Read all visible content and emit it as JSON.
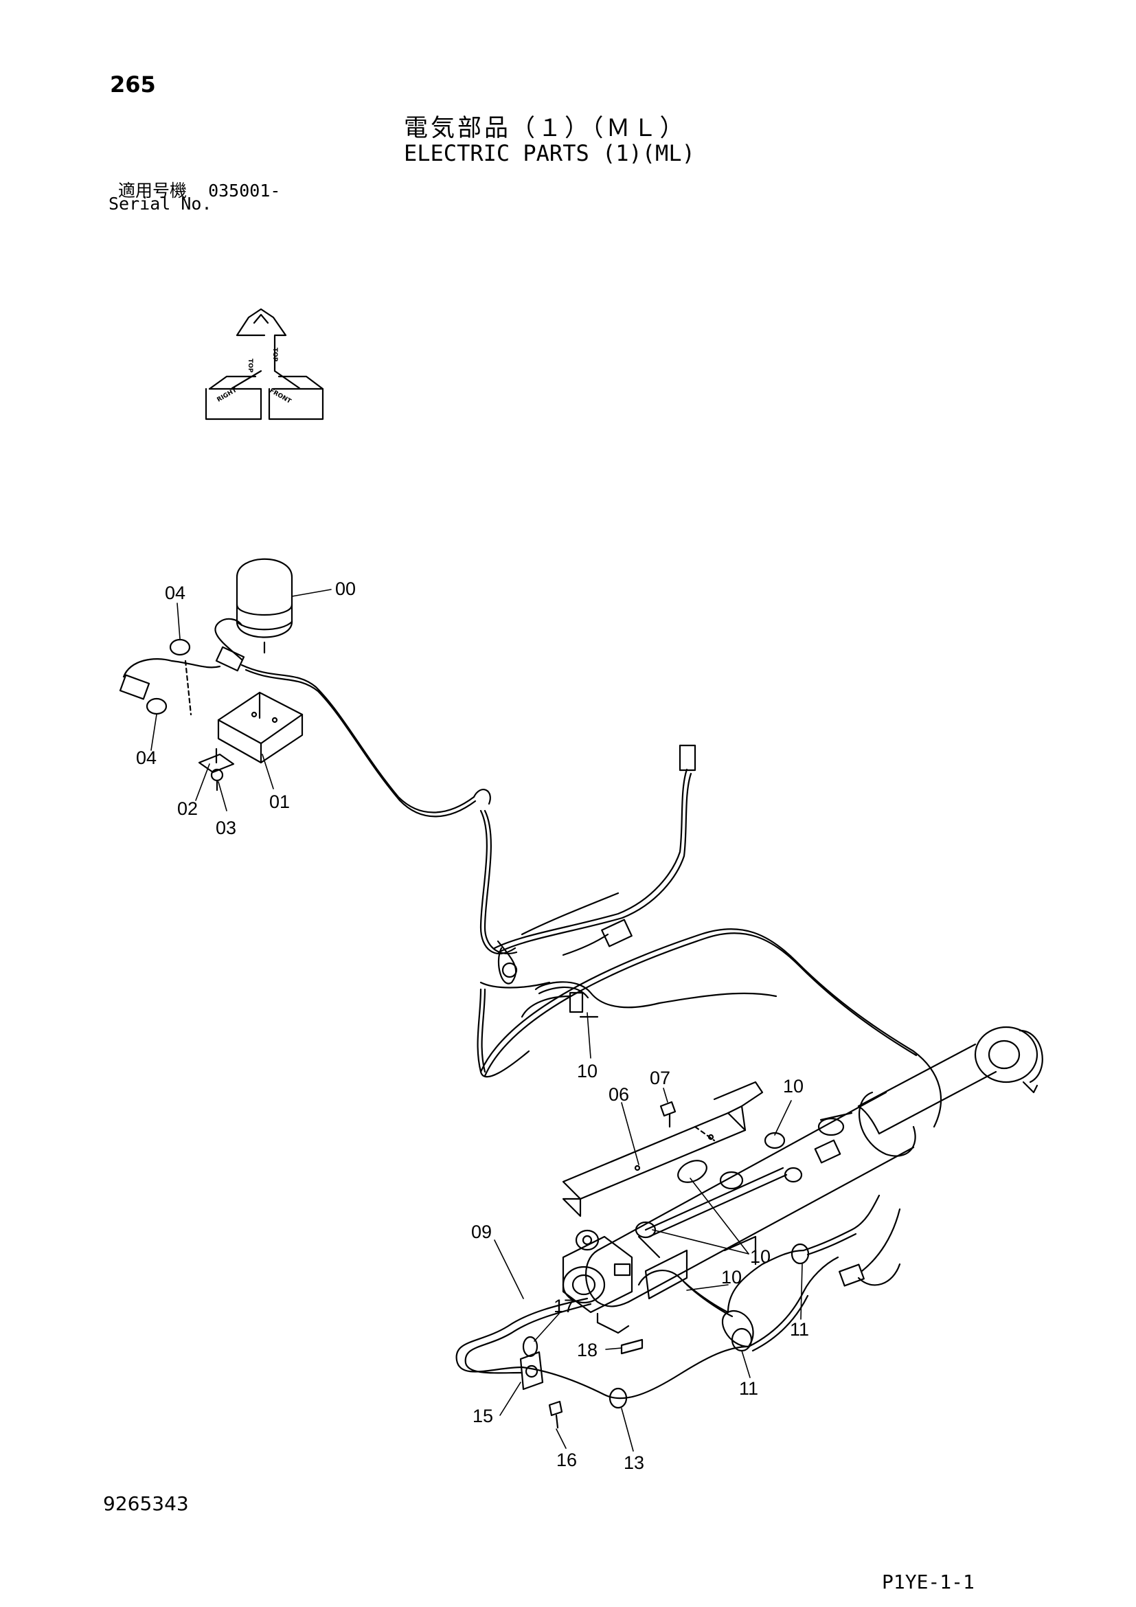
{
  "page_number": "265",
  "title_jp": "電気部品（１）（ＭＬ）",
  "title_en": "ELECTRIC PARTS (1)(ML)",
  "serial_label_jp": "適用号機",
  "serial_value": "035001-",
  "serial_label_en": "Serial No.",
  "figure_number": "9265343",
  "page_code": "P1YE-1-1",
  "orientation_labels": {
    "top": "TOP",
    "front": "FRONT",
    "right": "RIGHT"
  },
  "callouts": [
    "00",
    "04",
    "04",
    "02",
    "03",
    "01",
    "10",
    "07",
    "06",
    "10",
    "09",
    "10",
    "10",
    "17",
    "18",
    "11",
    "11",
    "15",
    "16",
    "13"
  ]
}
